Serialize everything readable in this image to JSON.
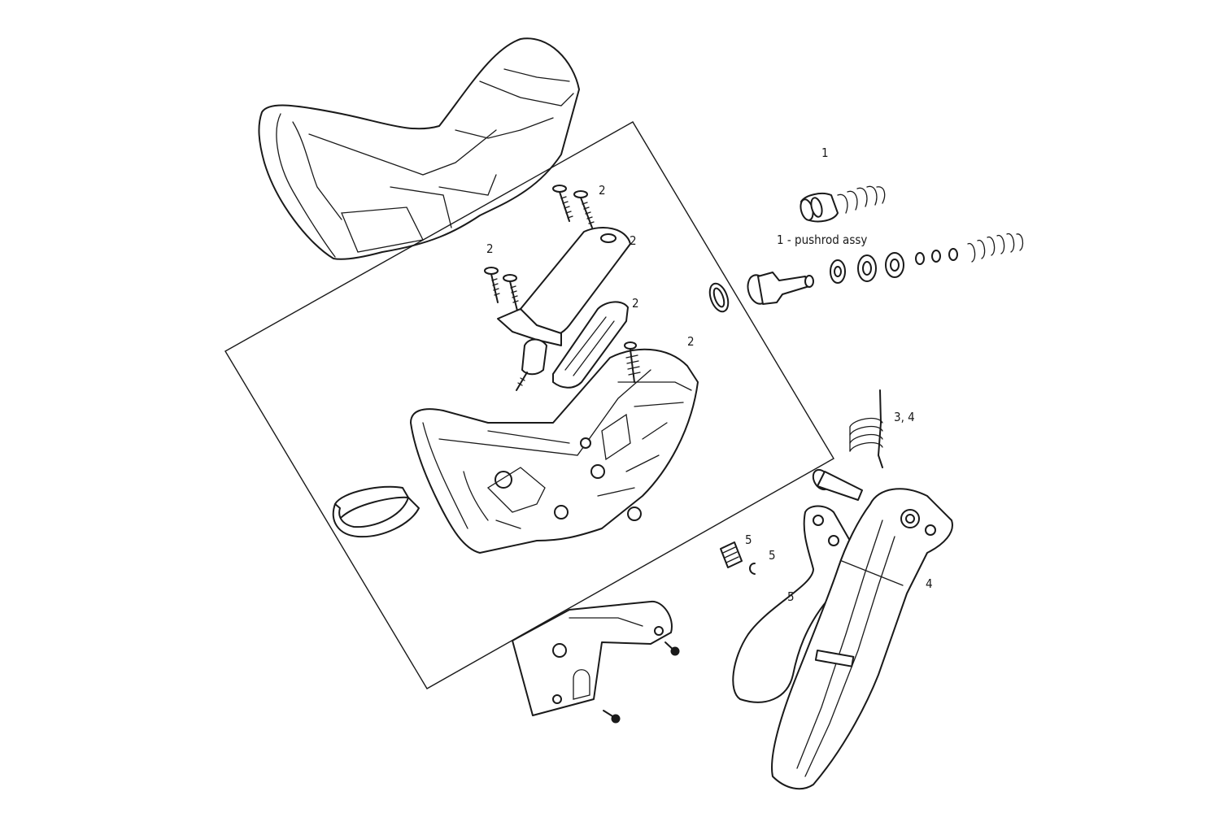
{
  "callouts": {
    "c1": "1",
    "c1_pushrod": "1 - pushrod assy",
    "c2_bolt_top": "2",
    "c2_clamp_top": "2",
    "c2_bolt_left": "2",
    "c2_clamp_mid": "2",
    "c2_body": "2",
    "c34_spring": "3, 4",
    "c4_lever": "4",
    "c5_setscrew": "5",
    "c5_clip": "5",
    "c5_blade": "5"
  },
  "colors": {
    "line": "#1a1a1a",
    "background": "#ffffff"
  }
}
